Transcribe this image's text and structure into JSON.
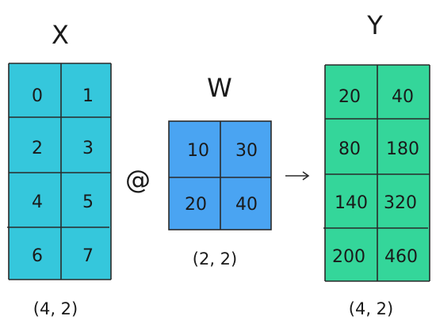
{
  "colors": {
    "x_fill": "#35c7dc",
    "w_fill": "#4aa4f2",
    "y_fill": "#34d69a",
    "stroke": "#2a2a2a"
  },
  "x": {
    "title": "X",
    "shape": "(4, 2)",
    "cells": [
      [
        "0",
        "1"
      ],
      [
        "2",
        "3"
      ],
      [
        "4",
        "5"
      ],
      [
        "6",
        "7"
      ]
    ]
  },
  "operator": "@",
  "w": {
    "title": "W",
    "shape": "(2, 2)",
    "cells": [
      [
        "10",
        "30"
      ],
      [
        "20",
        "40"
      ]
    ]
  },
  "arrow": "→",
  "y": {
    "title": "Y",
    "shape": "(4, 2)",
    "cells": [
      [
        "20",
        "40"
      ],
      [
        "80",
        "180"
      ],
      [
        "140",
        "320"
      ],
      [
        "200",
        "460"
      ]
    ]
  }
}
